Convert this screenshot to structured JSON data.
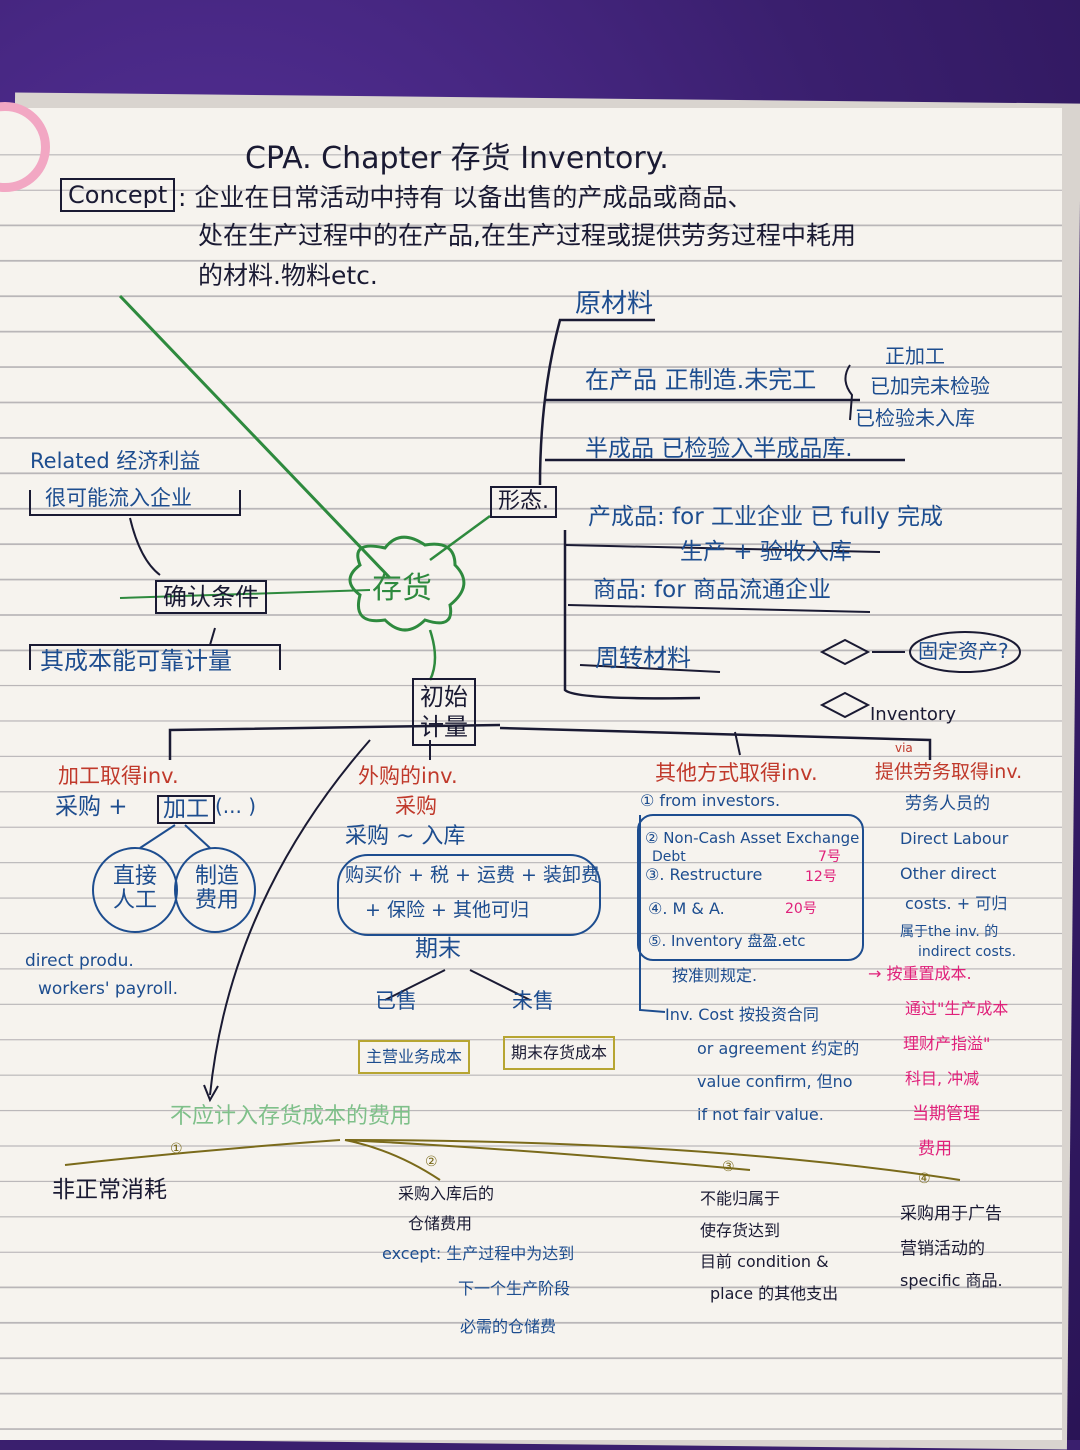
{
  "photo": {
    "subject": "handwritten notebook page"
  },
  "title": "CPA.   Chapter  存货  Inventory.",
  "concept": {
    "label": "Concept",
    "line1": ": 企业在日常活动中持有 以备出售的产成品或商品、",
    "line2": "处在生产过程中的在产品,在生产过程或提供劳务过程中耗用",
    "line3": "的材料.物料etc."
  },
  "center": "存货",
  "forms": {
    "node": "形态.",
    "raw": "原材料",
    "wip": "在产品 正制造.未完工",
    "wip_sub": [
      "正加工",
      "已加完未检验",
      "已检验未入库"
    ],
    "semi": "半成品 已检验入半成品库.",
    "finished1": "产成品: for 工业企业 已 fully 完成",
    "finished2": "生产 + 验收入库",
    "goods": "商品: for 商品流通企业",
    "turnover": "周转材料",
    "fixed": "固定资产?",
    "inventory": "Inventory"
  },
  "recognition": {
    "node": "确认条件",
    "cond1": "Related 经济利益",
    "cond1b": "很可能流入企业",
    "cond2": "其成本能可靠计量"
  },
  "initial": {
    "node1": "初始",
    "node2": "计量"
  },
  "processing": {
    "title": "加工取得inv.",
    "formula_a": "采购 +",
    "formula_box": "加工",
    "formula_b": "(... )",
    "direct": "直接人工",
    "overhead": "制造费用",
    "note1": "direct produ.",
    "note2": "workers' payroll."
  },
  "purchased": {
    "title": "外购的inv.",
    "sub": "采购",
    "arrow": "采购 ~ 入库",
    "cost1": "购买价 + 税 + 运费 + 装卸费",
    "cost2": "+ 保险 + 其他可归",
    "period": "期末",
    "sold": "已售",
    "unsold": "未售",
    "sold_box": "主营业务成本",
    "unsold_box": "期末存货成本"
  },
  "other": {
    "title": "其他方式取得inv.",
    "i1": "① from investors.",
    "i2": "② Non-Cash Asset Exchange",
    "i3a": "Debt",
    "i3": "③. Restructure",
    "i4": "④. M & A.",
    "i5": "⑤. Inventory 盘盈.etc",
    "ch7": "7号",
    "ch12": "12号",
    "ch20": "20号",
    "note": "按准则规定.",
    "cost1": "Inv. Cost 按投资合同",
    "cost2": "or agreement 约定的",
    "cost3": "value confirm, 但no",
    "cost4": "if not fair value."
  },
  "services": {
    "via": "via",
    "title": "提供劳务取得inv.",
    "l1": "劳务人员的",
    "l2": "Direct Labour",
    "l3": "Other direct",
    "l4": "costs. + 可归",
    "l5": "属于the inv. 的",
    "l6": "indirect costs.",
    "p1": "→ 按重置成本.",
    "p2": "通过\"生产成本",
    "p3": "理财产指溢\"",
    "p4": "科目, 冲减",
    "p5": "当期管理",
    "p6": "费用"
  },
  "excluded": {
    "title": "不应计入存货成本的费用",
    "items": [
      {
        "n": "①",
        "t": [
          "非正常消耗"
        ]
      },
      {
        "n": "②",
        "t": [
          "采购入库后的",
          "仓储费用",
          "except: 生产过程中为达到",
          "下一个生产阶段",
          "必需的仓储费"
        ]
      },
      {
        "n": "③",
        "t": [
          "不能归属于",
          "使存货达到",
          "目前 condition &",
          "place 的其他支出"
        ]
      },
      {
        "n": "④",
        "t": [
          "采购用于广告",
          "营销活动的",
          "specific 商品."
        ]
      }
    ]
  }
}
